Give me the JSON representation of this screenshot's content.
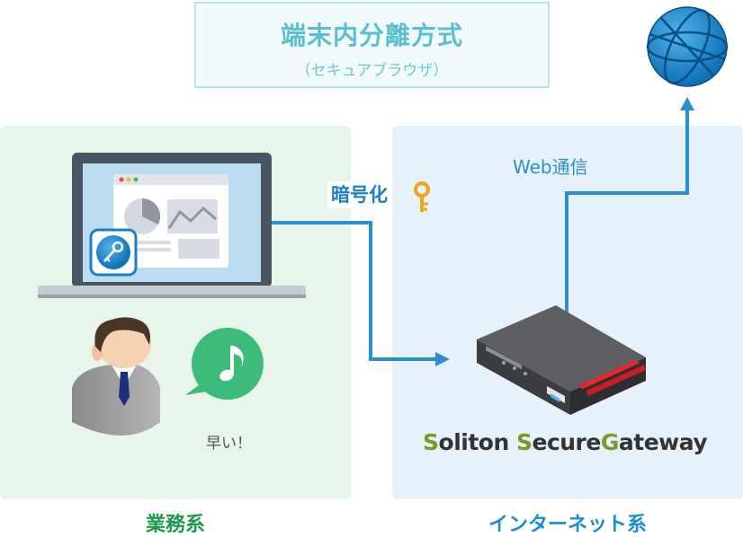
{
  "title": {
    "main": "端末内分離方式",
    "sub": "（セキュアブラウザ）"
  },
  "zones": {
    "business": "業務系",
    "internet": "インターネット系"
  },
  "labels": {
    "web_comm": "Web通信",
    "encryption": "暗号化",
    "fast": "早い！"
  },
  "brand": {
    "p1_initial": "S",
    "p1_rest": "oliton ",
    "p2_initial": "S",
    "p2_rest": "ecure",
    "p3_initial": "G",
    "p3_rest": "ateway"
  },
  "colors": {
    "arrow": "#2b8fd0",
    "business_zone": "#e8f5ea",
    "internet_zone": "#e7f1fa",
    "business_label": "#1f9a4a",
    "internet_label": "#1d8ed4",
    "speech_bubble": "#3dbb7a"
  },
  "icons": [
    "globe-icon",
    "laptop-icon",
    "key-icon",
    "person-icon",
    "music-note-icon",
    "gateway-device-icon"
  ]
}
